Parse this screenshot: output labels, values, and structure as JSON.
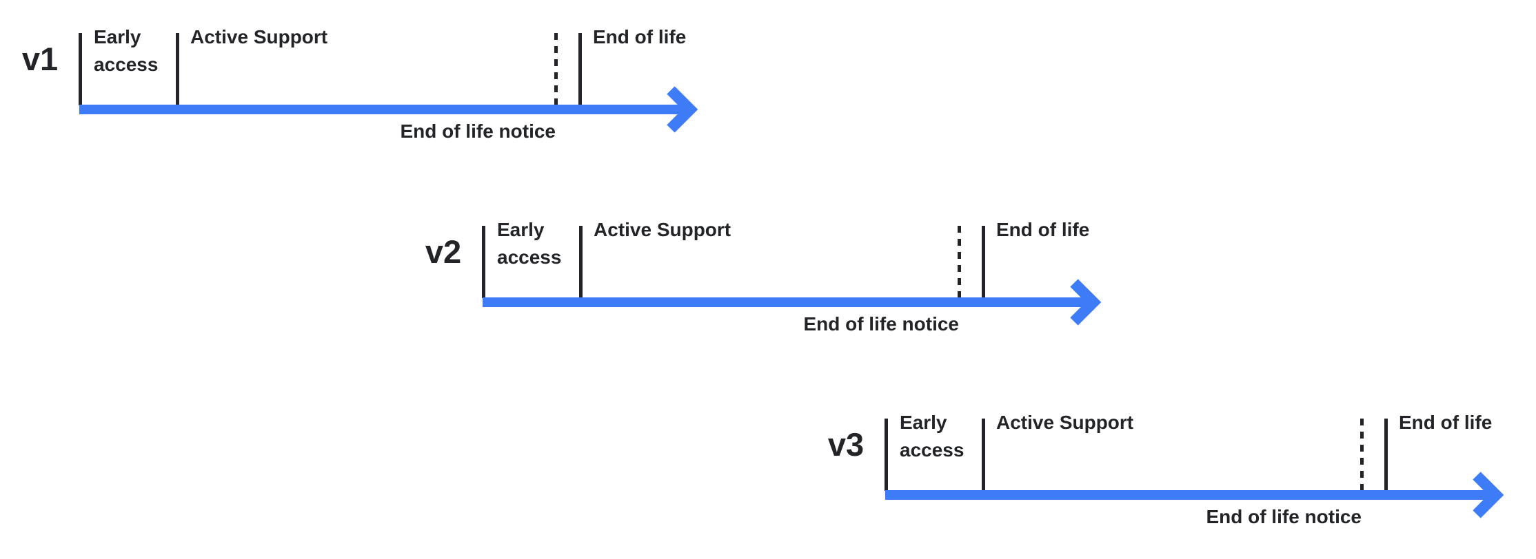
{
  "diagram": {
    "type": "version-lifecycle-timeline",
    "colors": {
      "arrow_blue": "#3E7BF6",
      "text_dark": "#222428",
      "background": "#FFFFFF"
    },
    "phase_labels": {
      "early_access": "Early access",
      "active_support": "Active Support",
      "end_of_life": "End of life",
      "end_of_life_notice": "End of life notice"
    },
    "versions": [
      {
        "name": "v1"
      },
      {
        "name": "v2"
      },
      {
        "name": "v3"
      }
    ]
  }
}
